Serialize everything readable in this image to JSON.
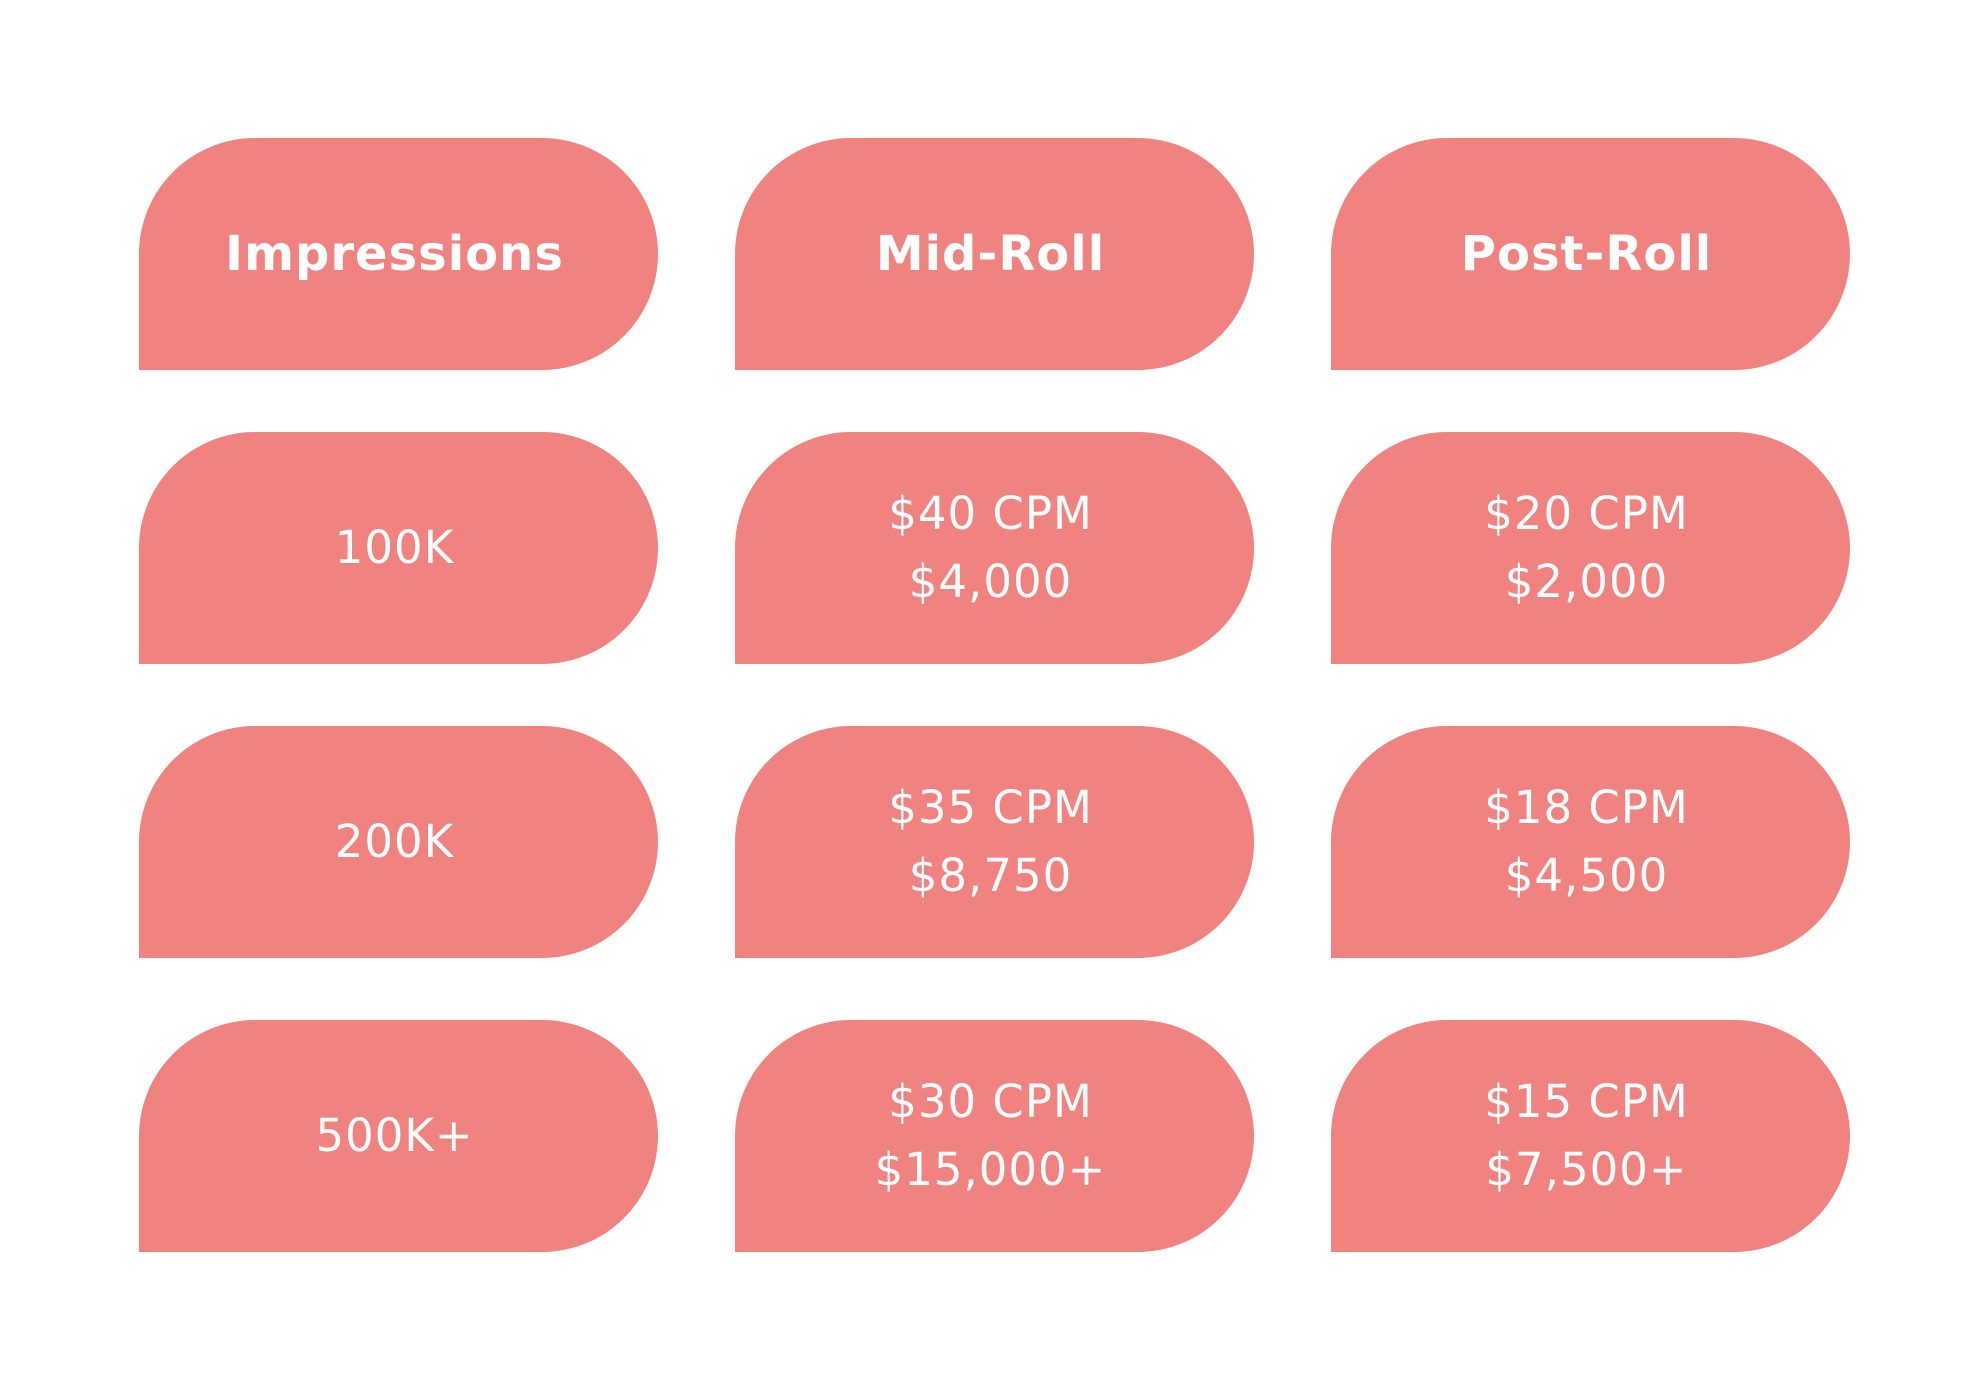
{
  "colors": {
    "pill_fill": "#f08380",
    "text": "#ffffff",
    "background": "#ffffff"
  },
  "headers": [
    "Impressions",
    "Mid-Roll",
    "Post-Roll"
  ],
  "rows": [
    {
      "impressions": "100K",
      "mid_roll": {
        "cpm": "$40 CPM",
        "total": "$4,000"
      },
      "post_roll": {
        "cpm": "$20 CPM",
        "total": "$2,000"
      }
    },
    {
      "impressions": "200K",
      "mid_roll": {
        "cpm": "$35 CPM",
        "total": "$8,750"
      },
      "post_roll": {
        "cpm": "$18 CPM",
        "total": "$4,500"
      }
    },
    {
      "impressions": "500K+",
      "mid_roll": {
        "cpm": "$30 CPM",
        "total": "$15,000+"
      },
      "post_roll": {
        "cpm": "$15 CPM",
        "total": "$7,500+"
      }
    }
  ]
}
